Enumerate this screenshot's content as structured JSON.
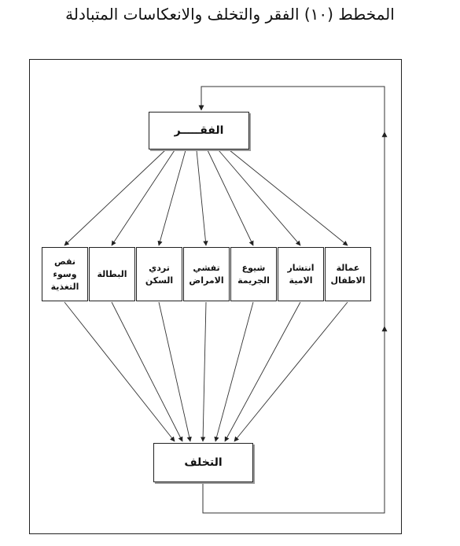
{
  "title": "المخطط (١٠) الفقر والتخلف والانعكاسات المتبادلة",
  "top_node": "الفقـــــر",
  "bottom_node": "التخلف",
  "causes": [
    "نقص\nوسوء\nالتغذية",
    "البطالة",
    "تردي\nالسكن",
    "تفشي\nالامراض",
    "شيوع\nالجريمة",
    "انتشار\nالامية",
    "عمالة\nالاطفال"
  ]
}
